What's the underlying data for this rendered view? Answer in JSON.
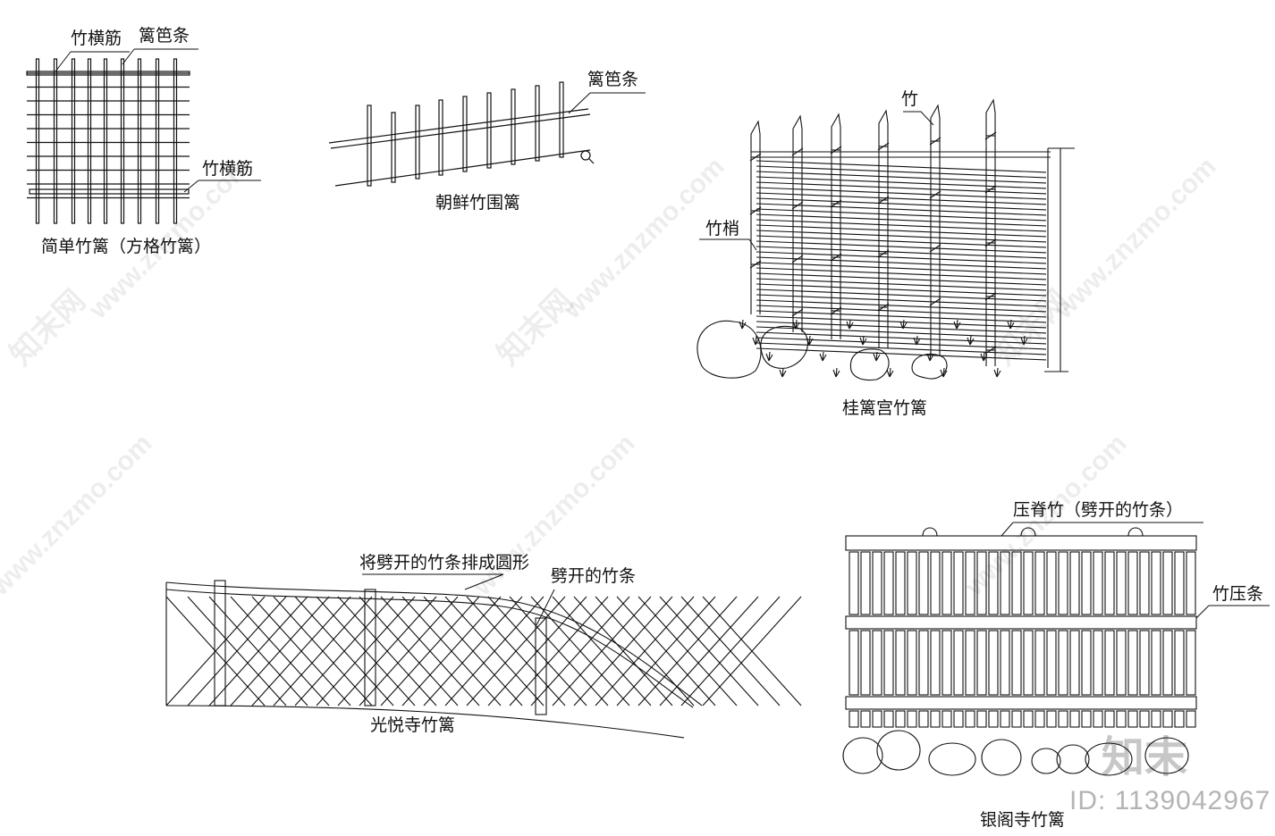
{
  "watermark": {
    "site": "www.znzmo.com",
    "brand": "知末网",
    "logo": "知末",
    "id_text": "ID: 1139042967"
  },
  "fence1": {
    "label_top_bar": "竹横筋",
    "label_strip": "篱笆条",
    "label_mid_bar": "竹横筋",
    "title": "简单竹篱（方格竹篱）"
  },
  "fence2": {
    "label_strip": "篱笆条",
    "title": "朝鲜竹围篱"
  },
  "fence3": {
    "label_bamboo": "竹",
    "label_tip": "竹梢",
    "title": "桂篱宫竹篱"
  },
  "fence4": {
    "label_round": "将劈开的竹条排成圆形",
    "label_split": "劈开的竹条",
    "title": "光悦寺竹篱"
  },
  "fence5": {
    "label_ridge": "压脊竹（劈开的竹条）",
    "label_press": "竹压条",
    "title": "银阁寺竹篱"
  }
}
